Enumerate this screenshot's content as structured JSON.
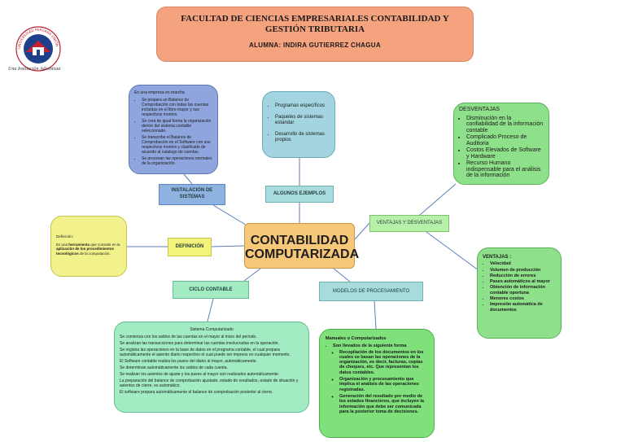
{
  "header": {
    "title": "FACULTAD DE CIENCIAS EMPRESARIALES CONTABILIDAD Y GESTIÓN TRIBUTARIA",
    "student": "ALUMNA: INDIRA GUTIERREZ CHAGUA"
  },
  "logo": {
    "ring_text": "UNIVERSIDAD PERUANA UNIÓN",
    "motto": "Una Institución Adventista"
  },
  "center": {
    "line1": "CONTABILIDAD",
    "line2": "COMPUTARIZADA"
  },
  "labels": {
    "instalacion": "INSTALACIÓN DE SISTEMAS",
    "ejemplos": "ALGUNOS EJEMPLOS",
    "ventajas": "VENTAJAS Y DESVENTAJAS",
    "definicion": "DEFINICIÓN",
    "ciclo": "CICLO CONTABLE",
    "modelos": "MODELOS  DE PROCESAMIENTO"
  },
  "instalacion": {
    "heading": "En una empresa en marcha",
    "items": [
      "Se prepara un Balance de Comprobación con todas las cuentas incluidas en el libro mayor y sus respectivos montos.",
      "Se crea de igual forma la organización dentro del sistema contable seleccionado.",
      "Se transcribe el Balance de Comprobación en el Software con sus respectivos montos y clasificado de acuerdo al catalogo de cuentas.",
      "Se procesan las operaciones normales de la organización."
    ]
  },
  "ejemplos": {
    "items": [
      "Programas específicos",
      "Paquetes de sistemas estandar",
      "Desarrollo de sistemas propios"
    ]
  },
  "desventajas": {
    "heading": "DESVENTAJAS",
    "items": [
      "Disminución en la confiabilidad de la información contable",
      "Complicado Proceso de Auditoria",
      "Costos Elevados de Software y Hardware",
      "Recurso Humano indispensable para el análisis de la información"
    ]
  },
  "ventajas": {
    "heading": "VENTAJAS :",
    "items": [
      "Velocidad",
      "Volumen de producción",
      "Reducción de errores",
      "Pases automáticos al mayor",
      "Obtención de información contable oportuna",
      "Menores costos",
      "Impresión automática de documentos"
    ]
  },
  "definicion": {
    "heading": "Definición:",
    "pre": "Es una ",
    "bold1": "herramienta",
    "mid": " que consiste en la ",
    "bold2": "aplicación de los procedimientos tecnológicos",
    "post": " de la computación."
  },
  "ciclo": {
    "heading": "Sistema Computarizado",
    "items": [
      "Se comienza con los saldos de las cuentas en el mayor al inicio del periodo.",
      "Se analizan las transacciones para determinar las cuentas involucradas en la operación.",
      "Se registra las operaciones en la base de datos en el programa contable, el cual prepara automáticamente el asiento diario respectivo el cual puede ser impreso en cualquier momento.",
      "El Software contable realiza los pases del diario al mayor, automáticamente.",
      "Se determinan automáticamente los saldos de cada cuenta.",
      "Se realizan los asientos de ajuste y los pases al mayor son realizados automáticamente.",
      "La preparación del balance de comprobación ajustado, estado de resultados, estado de situación y asientos de cierre, es automático.",
      "El software prepara automáticamente el balance de comprobación posterior al cierre."
    ]
  },
  "modelos": {
    "heading": "Manuales o Computarizados",
    "lead": "Son llevados de la siguiente forma",
    "items": [
      "Recopilación de los documentos en los cuales se basan las operaciones de la organización, es decir, facturas, copias de cheques, etc. Que representan los datos contables.",
      "Organización y procesamiento que implica el análisis de las operaciones registradas.",
      "Generación del resultado por medio de los estados financieros, que incluyen la información que debe ser comunicada para la posterior toma de decisiones."
    ]
  },
  "colors": {
    "header": "#f5a27e",
    "center": "#f8c87a",
    "instalacion": "#8ea6dd",
    "ejemplos": "#a3d4e0",
    "ventajas": "#8ee08a",
    "definicion": "#f2f28c",
    "ciclo": "#a3ecc3",
    "connector": "#5b7fb8"
  }
}
